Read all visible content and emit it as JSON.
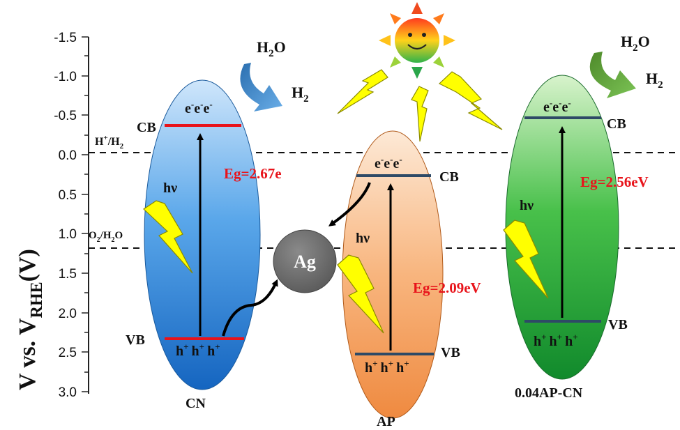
{
  "axis": {
    "title_main": "V vs. V",
    "title_sub": "RHE",
    "title_unit": "(V)",
    "ticks": [
      "-1.5",
      "-1.0",
      "-0.5",
      "0.0",
      "0.5",
      "1.0",
      "1.5",
      "2.0",
      "2.5",
      "3.0"
    ]
  },
  "levels": {
    "h2": {
      "main": "H",
      "sup": "+",
      "mid": "/H",
      "sub": "2"
    },
    "o2": {
      "main": "O",
      "sub": "2",
      "rest": "/H",
      "sub2": "2",
      "tail": "O"
    }
  },
  "particle": {
    "label": "Ag"
  },
  "semiconductors": [
    {
      "name": "CN",
      "cb_label": "CB",
      "vb_label": "VB",
      "electrons": "e",
      "holes": "h",
      "gap": "Eg=2.67e",
      "hv": "hν"
    },
    {
      "name": "AP",
      "cb_label": "CB",
      "vb_label": "VB",
      "electrons": "e",
      "holes": "h",
      "gap": "Eg=2.09eV",
      "hv": "hν"
    },
    {
      "name": "0.04AP-CN",
      "cb_label": "CB",
      "vb_label": "VB",
      "electrons": "e",
      "holes": "h",
      "gap": "Eg=2.56eV",
      "hv": "hν"
    }
  ],
  "reactions": [
    {
      "reactant": "H",
      "reactant_sub": "2",
      "reactant_tail": "O",
      "product": "H",
      "product_sub": "2"
    },
    {
      "reactant": "H",
      "reactant_sub": "2",
      "reactant_tail": "O",
      "product": "H",
      "product_sub": "2"
    }
  ],
  "colors": {
    "cn_band": "#e8141b",
    "ap_band": "#2e4a66",
    "gap_text": "#e8141b",
    "lightning": "#ffff00"
  }
}
